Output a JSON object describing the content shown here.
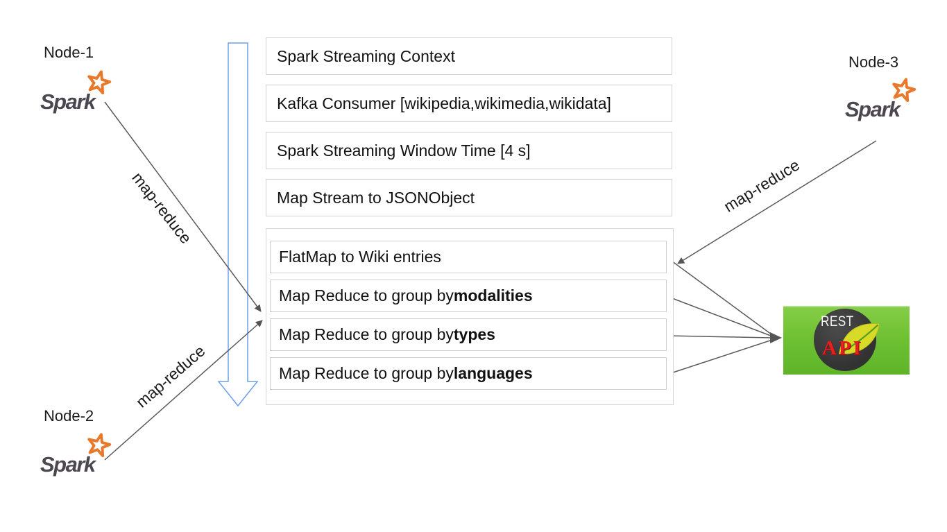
{
  "diagram": {
    "nodes": [
      {
        "label": "Node-1",
        "logo_text": "Spark"
      },
      {
        "label": "Node-2",
        "logo_text": "Spark"
      },
      {
        "label": "Node-3",
        "logo_text": "Spark"
      }
    ],
    "pipeline_boxes": [
      "Spark Streaming Context",
      "Kafka Consumer [wikipedia,wikimedia,wikidata]",
      "Spark Streaming Window Time [4 s]",
      "Map Stream to JSONObject"
    ],
    "group_boxes": [
      {
        "text": "FlatMap to Wiki entries",
        "bold": ""
      },
      {
        "text": "Map Reduce to group by ",
        "bold": "modalities"
      },
      {
        "text": "Map Reduce to group by ",
        "bold": "types"
      },
      {
        "text": "Map Reduce to group by ",
        "bold": "languages"
      }
    ],
    "edge_labels": [
      "map-reduce",
      "map-reduce",
      "map-reduce"
    ],
    "rest_api": {
      "title": "REST",
      "subtitle": "API"
    },
    "colors": {
      "connector_line": "#5a5a5a",
      "box_border": "#d2d2d2",
      "blue_arrow": "#6d9eeb",
      "spark_text": "#4c4650",
      "spark_star": "#e8792b",
      "rest_green": "#6fc133",
      "rest_red": "#e71f1f",
      "rest_circle": "#3a3a3a",
      "leaf_yellow": "#d8da28"
    }
  }
}
